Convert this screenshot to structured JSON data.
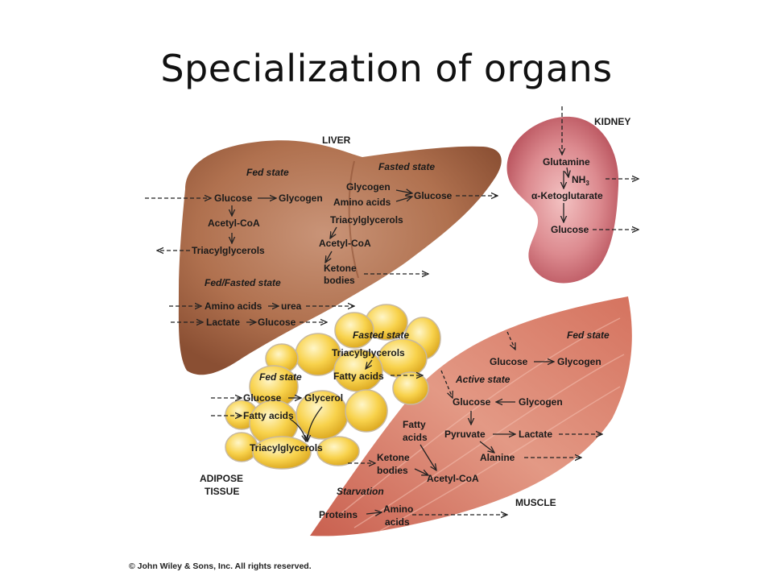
{
  "title": "Specialization of organs",
  "copyright": "© John Wiley & Sons, Inc. All rights reserved.",
  "organs": {
    "liver": "LIVER",
    "kidney": "KIDNEY",
    "adipose_line1": "ADIPOSE",
    "adipose_line2": "TISSUE",
    "muscle": "MUSCLE"
  },
  "states": {
    "liver_fed": "Fed state",
    "liver_fasted": "Fasted state",
    "liver_fedfasted": "Fed/Fasted state",
    "adipose_fasted": "Fasted state",
    "adipose_fed": "Fed state",
    "muscle_fed": "Fed state",
    "muscle_active": "Active state",
    "muscle_starvation": "Starvation"
  },
  "liver": {
    "glucose": "Glucose",
    "glycogen": "Glycogen",
    "acetyl_coa": "Acetyl-CoA",
    "triacylglycerols": "Triacylglycerols",
    "f_glycogen": "Glycogen",
    "f_amino_acids": "Amino acids",
    "f_glucose": "Glucose",
    "f_triacylglycerols": "Triacylglycerols",
    "f_acetyl_coa": "Acetyl-CoA",
    "f_ketone": "Ketone",
    "f_bodies": "bodies",
    "ff_amino_acids": "Amino acids",
    "ff_urea": "urea",
    "ff_lactate": "Lactate",
    "ff_glucose": "Glucose"
  },
  "kidney": {
    "glutamine": "Glutamine",
    "nh3": "NH",
    "nh3_sub": "3",
    "alpha": "α",
    "ketoglutarate": "-Ketoglutarate",
    "glucose": "Glucose"
  },
  "adipose": {
    "f_triacylglycerols": "Triacylglycerols",
    "f_fatty_acids": "Fatty acids",
    "glucose": "Glucose",
    "glycerol": "Glycerol",
    "fatty_acids": "Fatty acids",
    "triacylglycerols": "Triacylglycerols"
  },
  "muscle": {
    "fed_glucose": "Glucose",
    "fed_glycogen": "Glycogen",
    "a_glucose": "Glucose",
    "a_glycogen": "Glycogen",
    "fatty": "Fatty",
    "acids": "acids",
    "pyruvate": "Pyruvate",
    "lactate": "Lactate",
    "alanine": "Alanine",
    "ketone": "Ketone",
    "bodies": "bodies",
    "acetyl_coa": "Acetyl-CoA",
    "proteins": "Proteins",
    "amino": "Amino",
    "amino_acids": "acids"
  },
  "colors": {
    "liver": "#a9684a",
    "kidney": "#c45a64",
    "fat": "#f5c93a",
    "muscle": "#d9826e",
    "text": "#1a1a1a"
  }
}
